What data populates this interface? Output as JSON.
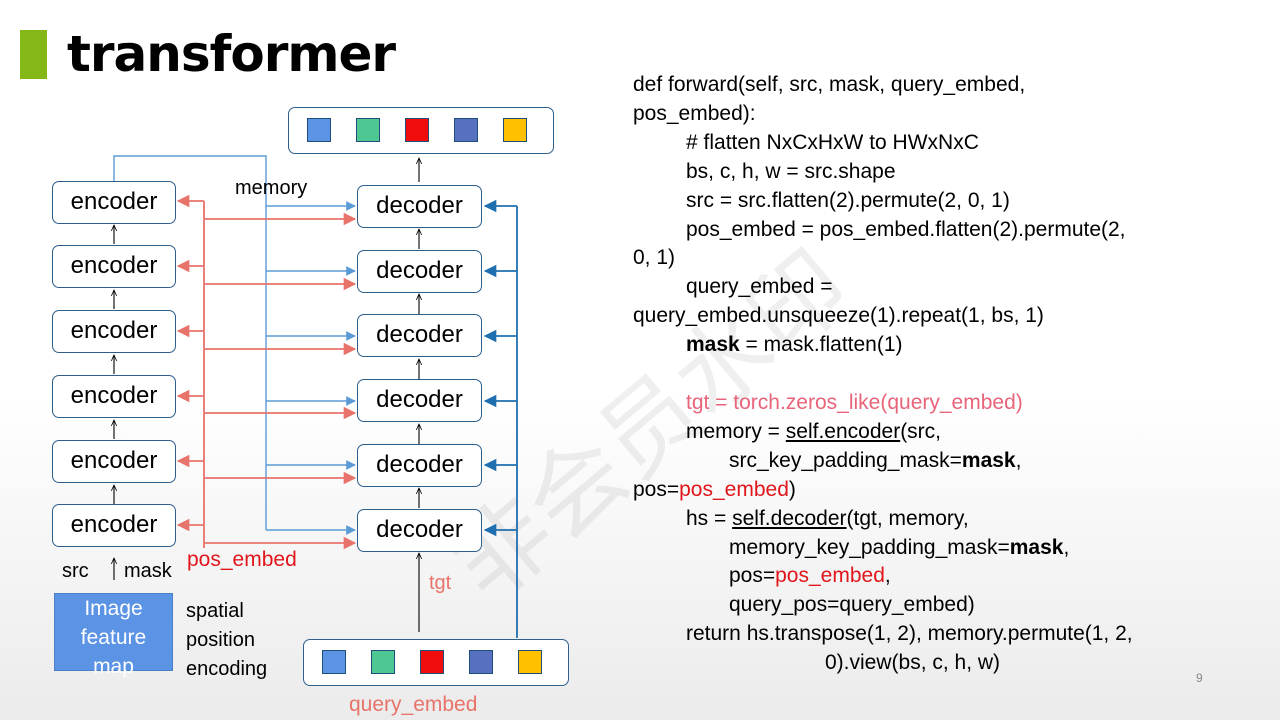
{
  "slide": {
    "title": "transformer",
    "page_number": "9",
    "watermark": "非会员水印"
  },
  "diagram": {
    "encoders": [
      "encoder",
      "encoder",
      "encoder",
      "encoder",
      "encoder",
      "encoder"
    ],
    "decoders": [
      "decoder",
      "decoder",
      "decoder",
      "decoder",
      "decoder",
      "decoder"
    ],
    "memory_label": "memory",
    "src_label": "src",
    "mask_label": "mask",
    "pos_embed_label": "pos_embed",
    "tgt_label": "tgt",
    "query_embed_label": "query_embed",
    "image_box": [
      "Image",
      "feature",
      "map"
    ],
    "spatial_label": [
      "spatial",
      "position",
      "encoding"
    ],
    "token_colors": [
      "#5b93e5",
      "#4fc792",
      "#f20d0d",
      "#5870c0",
      "#ffc000"
    ],
    "colors": {
      "accent": "#84b817",
      "edge_blue": "#1f6fb0",
      "pos_salmon": "#e8736a",
      "pos_red": "#e0161c",
      "tgt_pink": "#e8647a"
    }
  },
  "code": {
    "l1": "def forward(self, src, mask, query_embed,",
    "l2": "pos_embed):",
    "l3": "# flatten NxCxHxW to HWxNxC",
    "l4": "bs, c, h, w = src.shape",
    "l5": "src = src.flatten(2).permute(2, 0, 1)",
    "l6": "pos_embed = pos_embed.flatten(2).permute(2,",
    "l7": "0, 1)",
    "l8": "query_embed =",
    "l9": "query_embed.unsqueeze(1).repeat(1, bs, 1)",
    "l10_bold": "mask",
    "l10_rest": " = mask.flatten(1)",
    "l11": "tgt = torch.zeros_like(query_embed)",
    "l12_a": "memory = ",
    "l12_u": "self.encoder",
    "l12_b": "(src,",
    "l13_a": "src_key_padding_mask=",
    "l13_bold": "mask",
    "l13_b": ",",
    "l14_a": "pos=",
    "l14_red": "pos_embed",
    "l14_b": ")",
    "l15_a": "hs = ",
    "l15_u": "self.decoder",
    "l15_b": "(tgt, memory,",
    "l16_a": "memory_key_padding_mask=",
    "l16_bold": "mask",
    "l16_b": ",",
    "l17_a": "pos=",
    "l17_red": "pos_embed",
    "l17_b": ",",
    "l18": "query_pos=query_embed)",
    "l19": "return hs.transpose(1, 2), memory.permute(1, 2,",
    "l20": "0).view(bs, c, h, w)"
  }
}
